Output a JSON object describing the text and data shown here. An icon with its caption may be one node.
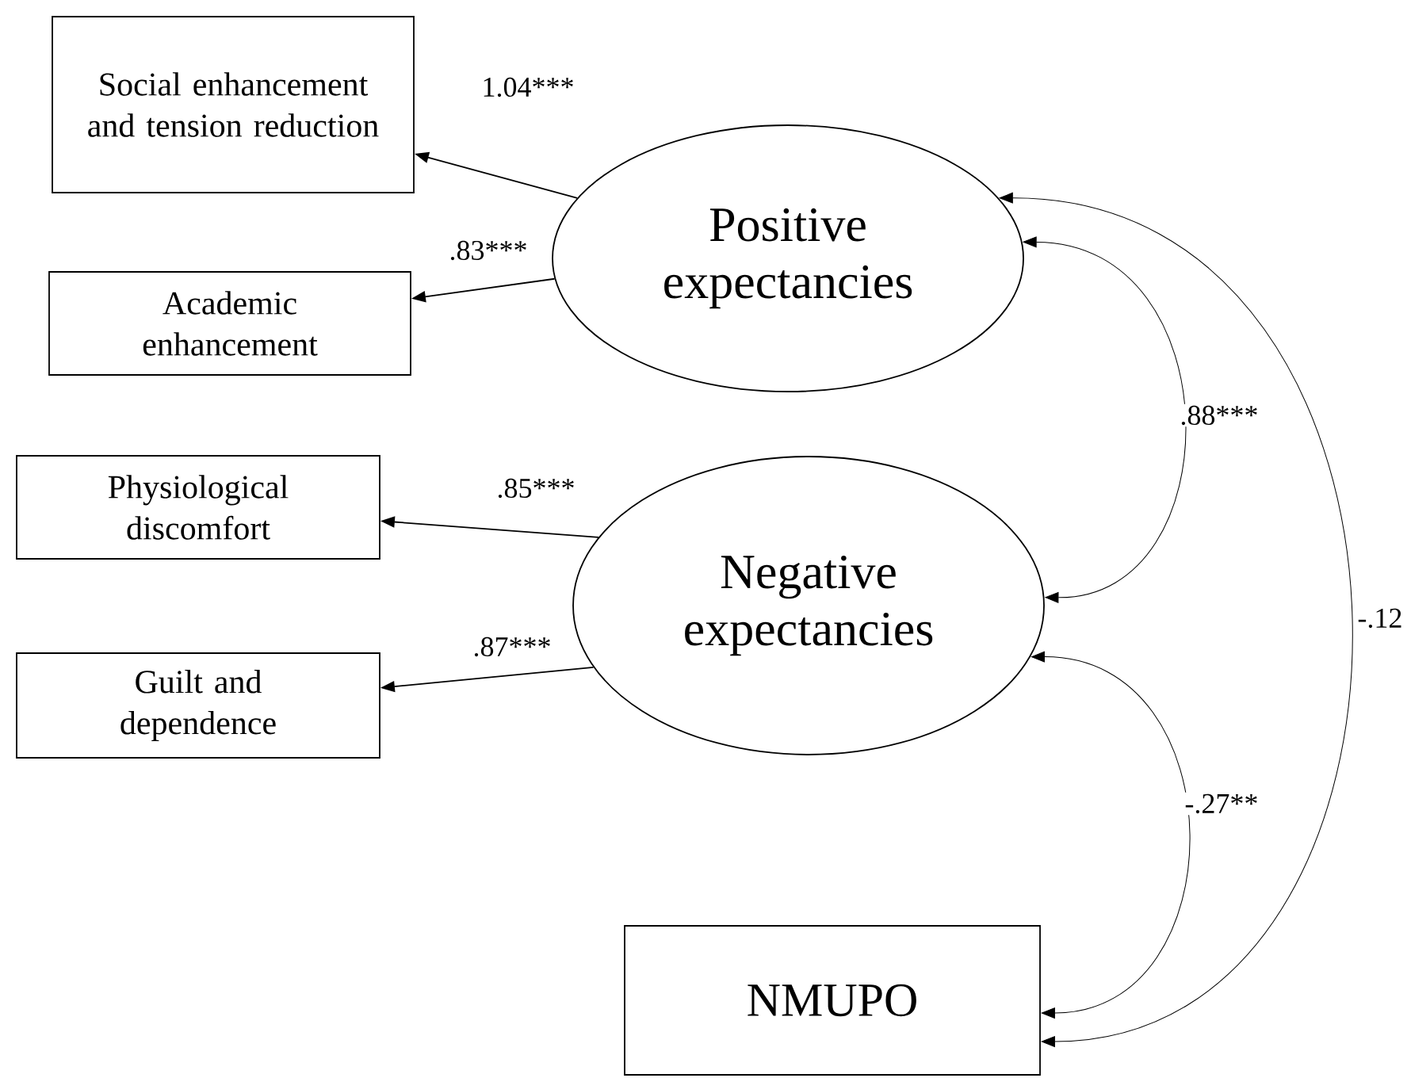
{
  "diagram": {
    "nodes": [
      {
        "text": [
          "Positive expectancies"
        ]
      },
      {
        "text": [
          "Negative expectancies"
        ]
      },
      {
        "text": [
          "Social enhancement and tension reduction"
        ]
      },
      {
        "text": [
          "Academic enhancement"
        ]
      },
      {
        "text": [
          "Physiological discomfort"
        ]
      },
      {
        "text": [
          "Guilt and dependence"
        ]
      },
      {
        "text": [
          "NMUPO"
        ]
      }
    ],
    "edges": [
      {
        "from": 0,
        "to": 2,
        "arrow": "to",
        "label": "1.04***"
      },
      {
        "from": 0,
        "to": 3,
        "arrow": "to",
        "label": ".83***"
      },
      {
        "from": 1,
        "to": 4,
        "arrow": "to",
        "label": ".85***"
      },
      {
        "from": 1,
        "to": 5,
        "arrow": "to",
        "label": ".87***"
      },
      {
        "from": 0,
        "to": 1,
        "arrow": "both",
        "label": ".88***"
      },
      {
        "from": 1,
        "to": 6,
        "arrow": "both",
        "label": "-.27**"
      },
      {
        "from": 0,
        "to": 6,
        "arrow": "both",
        "label": "-.12"
      }
    ]
  }
}
